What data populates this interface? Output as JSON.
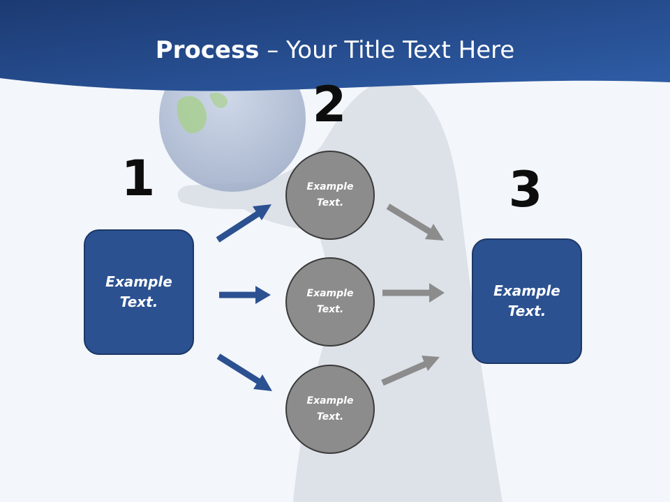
{
  "title": {
    "bold": "Process",
    "rest": " – Your Title Text Here"
  },
  "steps": [
    {
      "number": "1",
      "text": "Example Text."
    },
    {
      "number": "2",
      "items": [
        "Example Text.",
        "Example Text.",
        "Example Text."
      ]
    },
    {
      "number": "3",
      "text": "Example Text."
    }
  ],
  "colors": {
    "header": "#2b5191",
    "box": "#2b5191",
    "circle": "#8c8c8c",
    "arrow_in": "#2b5191",
    "arrow_out": "#8c8c8c"
  }
}
